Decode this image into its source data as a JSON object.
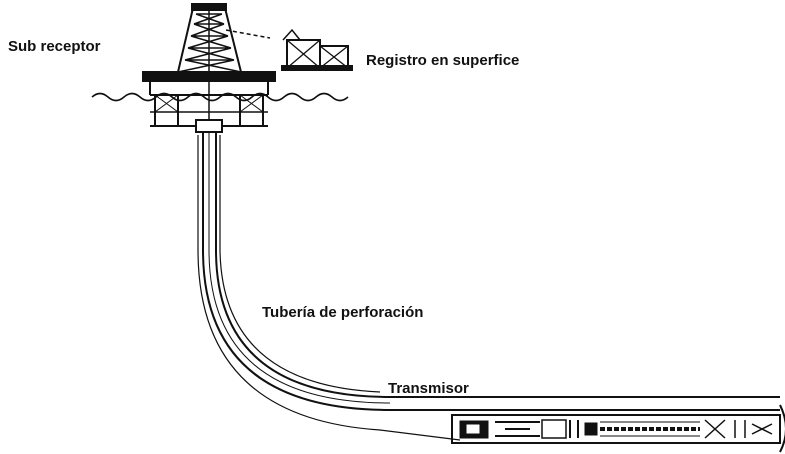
{
  "labels": {
    "sub_receptor": "Sub receptor",
    "registro": "Registro en superfice",
    "tuberia": "Tubería de perforación",
    "transmisor": "Transmisor"
  },
  "icons": [
    "drilling-rig-icon",
    "surface-recorder-icon",
    "mwd-tool-icon"
  ],
  "colors": {
    "ink": "#111111",
    "background": "#ffffff"
  }
}
